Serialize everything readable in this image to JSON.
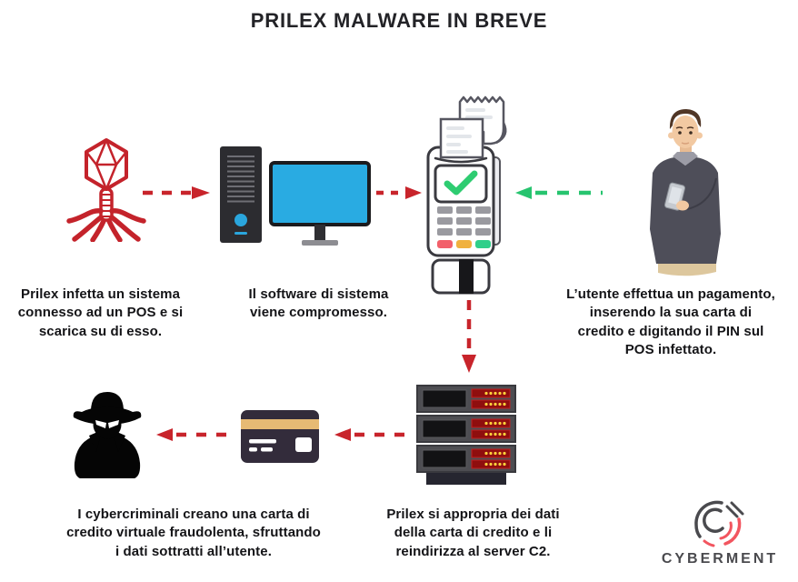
{
  "title": "PRILEX MALWARE IN BREVE",
  "steps": [
    {
      "name": "infection",
      "text": "Prilex infetta un sistema\nconnesso ad un POS e si\nscarica su di esso."
    },
    {
      "name": "compromise",
      "text": "Il software di sistema\nviene compromesso."
    },
    {
      "name": "payment",
      "text": "L’utente effettua un pagamento,\ninserendo la sua carta di\ncredito e digitando il PIN sul\nPOS infettato."
    },
    {
      "name": "card-fraud",
      "text": "I cybercriminali creano una carta di\ncredito virtuale fraudolenta, sfruttando\ni dati sottratti all’utente."
    },
    {
      "name": "exfiltration",
      "text": "Prilex si appropria dei dati\ndella carta di credito e li\nreindirizza al server C2."
    }
  ],
  "icons": {
    "flow": [
      "virus-icon",
      "desktop-computer-icon",
      "pos-terminal-icon",
      "user-with-phone-icon",
      "server-rack-icon",
      "credit-card-icon",
      "hacker-icon"
    ],
    "arrows": [
      "virus-to-pc red dashed right",
      "pc-to-pos red dashed right",
      "user-to-pos green dashed left",
      "pos-to-server red dashed down",
      "server-to-card red dashed left",
      "card-to-hacker red dashed left"
    ]
  },
  "colors": {
    "arrow_red": "#c8242b",
    "arrow_green": "#27c46f",
    "screen_blue": "#29abe2",
    "check_green": "#2ecc71",
    "card_gold": "#e6ba74",
    "server_red": "#8f0e0e",
    "text": "#141417",
    "logo_gray": "#4a4a4e",
    "logo_red": "#f2555f"
  },
  "logo": {
    "brand": "CYBERMENT"
  }
}
